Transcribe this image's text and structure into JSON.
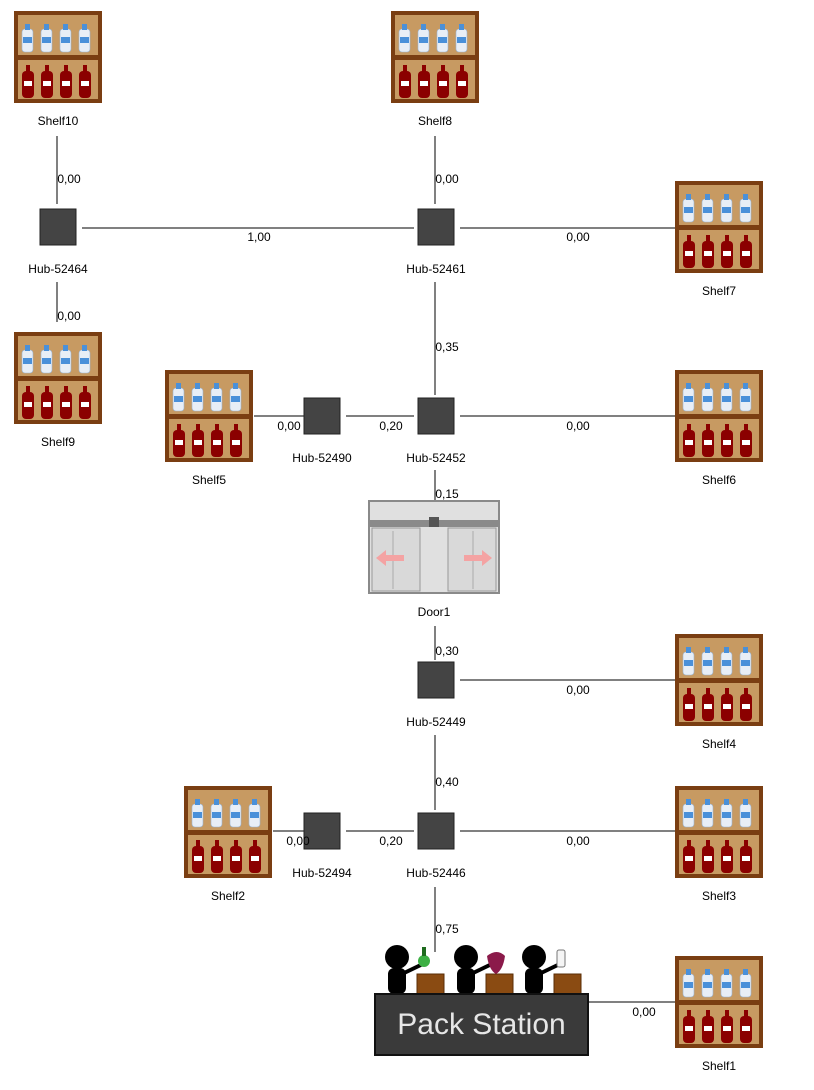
{
  "diagram": {
    "shelves": [
      {
        "id": "shelf10",
        "label": "Shelf10"
      },
      {
        "id": "shelf8",
        "label": "Shelf8"
      },
      {
        "id": "shelf7",
        "label": "Shelf7"
      },
      {
        "id": "shelf9",
        "label": "Shelf9"
      },
      {
        "id": "shelf5",
        "label": "Shelf5"
      },
      {
        "id": "shelf6",
        "label": "Shelf6"
      },
      {
        "id": "shelf4",
        "label": "Shelf4"
      },
      {
        "id": "shelf2",
        "label": "Shelf2"
      },
      {
        "id": "shelf3",
        "label": "Shelf3"
      },
      {
        "id": "shelf1",
        "label": "Shelf1"
      }
    ],
    "hubs": [
      {
        "id": "hub52464",
        "label": "Hub-52464"
      },
      {
        "id": "hub52461",
        "label": "Hub-52461"
      },
      {
        "id": "hub52490",
        "label": "Hub-52490"
      },
      {
        "id": "hub52452",
        "label": "Hub-52452"
      },
      {
        "id": "hub52449",
        "label": "Hub-52449"
      },
      {
        "id": "hub52494",
        "label": "Hub-52494"
      },
      {
        "id": "hub52446",
        "label": "Hub-52446"
      }
    ],
    "door": {
      "id": "door1",
      "label": "Door1"
    },
    "pack_station": {
      "id": "pack",
      "label": "Pack Station"
    },
    "edges": [
      {
        "id": "e1",
        "from": "shelf10",
        "to": "hub52464",
        "weight": "0,00"
      },
      {
        "id": "e2",
        "from": "hub52464",
        "to": "hub52461",
        "weight": "1,00"
      },
      {
        "id": "e3",
        "from": "shelf8",
        "to": "hub52461",
        "weight": "0,00"
      },
      {
        "id": "e4",
        "from": "hub52461",
        "to": "shelf7",
        "weight": "0,00"
      },
      {
        "id": "e5",
        "from": "hub52464",
        "to": "shelf9",
        "weight": "0,00"
      },
      {
        "id": "e6",
        "from": "hub52461",
        "to": "hub52452",
        "weight": "0,35"
      },
      {
        "id": "e7",
        "from": "shelf5",
        "to": "hub52490",
        "weight": "0,00"
      },
      {
        "id": "e8",
        "from": "hub52490",
        "to": "hub52452",
        "weight": "0,20"
      },
      {
        "id": "e9",
        "from": "hub52452",
        "to": "shelf6",
        "weight": "0,00"
      },
      {
        "id": "e10",
        "from": "hub52452",
        "to": "door1",
        "weight": "0,15"
      },
      {
        "id": "e11",
        "from": "door1",
        "to": "hub52449",
        "weight": "0,30"
      },
      {
        "id": "e12",
        "from": "hub52449",
        "to": "shelf4",
        "weight": "0,00"
      },
      {
        "id": "e13",
        "from": "hub52449",
        "to": "hub52446",
        "weight": "0,40"
      },
      {
        "id": "e14",
        "from": "shelf2",
        "to": "hub52494",
        "weight": "0,00"
      },
      {
        "id": "e15",
        "from": "hub52494",
        "to": "hub52446",
        "weight": "0,20"
      },
      {
        "id": "e16",
        "from": "hub52446",
        "to": "shelf3",
        "weight": "0,00"
      },
      {
        "id": "e17",
        "from": "hub52446",
        "to": "pack",
        "weight": "0,75"
      },
      {
        "id": "e18",
        "from": "pack",
        "to": "shelf1",
        "weight": "0,00"
      }
    ],
    "colors": {
      "shelf_wood": "#7a3e12",
      "shelf_back": "#c79a62",
      "bottle_blue": "#4a90d9",
      "bottle_red": "#8b0000",
      "hub": "#444444",
      "door_frame": "#9e9e9e",
      "door_arrow": "#f4a3a3",
      "pack_bg": "#3a3a3a",
      "pack_text": "#e6e6e6"
    }
  }
}
